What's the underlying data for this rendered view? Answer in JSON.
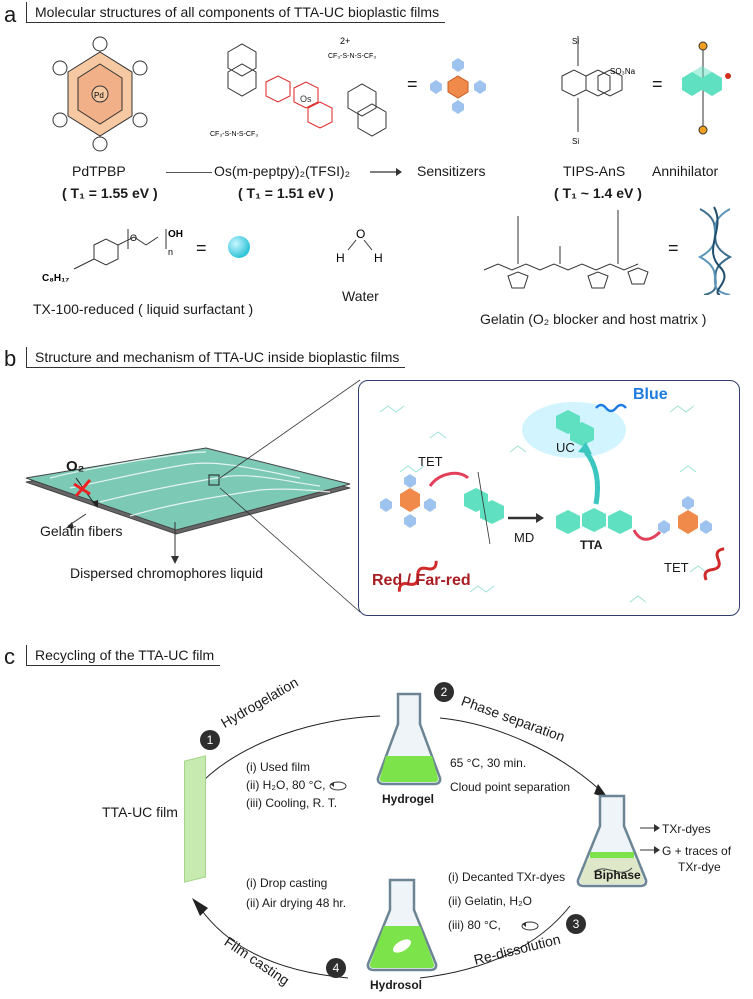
{
  "panel_a": {
    "letter": "a",
    "title": "Molecular structures of all components of TTA-UC bioplastic films",
    "pdtpbp": {
      "name": "PdTPBP",
      "t1": "( T₁ = 1.55 eV )"
    },
    "os_complex": {
      "name": "Os(m-peptpy)₂(TFSI)₂",
      "t1": "( T₁ = 1.51 eV )",
      "charge": "2+",
      "tfsi": "CF₃-S-N-S-CF₃"
    },
    "sensitizers_label": "Sensitizers",
    "tips_ans": {
      "name": "TIPS-AnS",
      "t1": "( T₁ ~ 1.4 eV )",
      "group": "SO₃Na"
    },
    "annihilator_label": "Annihilator",
    "tx100": {
      "name": "TX-100-reduced ( liquid surfactant  )",
      "chain": "C₈H₁₇",
      "oh": "OH",
      "n": "n"
    },
    "water": {
      "name": "Water",
      "h": "H",
      "o": "O"
    },
    "gelatin": {
      "name": "Gelatin (O₂ blocker and host matrix )"
    },
    "equals": "="
  },
  "panel_b": {
    "letter": "b",
    "title": "Structure and mechanism of TTA-UC inside bioplastic films",
    "o2": "O₂",
    "gelatin_fibers": "Gelatin fibers",
    "dispersed": "Dispersed chromophores liquid",
    "tet_left": "TET",
    "tet_right": "TET",
    "md": "MD",
    "tta": "TTA",
    "uc": "UC",
    "blue": "Blue",
    "red": "Red / Far-red"
  },
  "panel_c": {
    "letter": "c",
    "title": "Recycling of the TTA-UC film",
    "film_label": "TTA-UC film",
    "steps": [
      {
        "num": "1",
        "name": "Hydrogelation"
      },
      {
        "num": "2",
        "name": "Phase separation"
      },
      {
        "num": "3",
        "name": "Re-dissolution"
      },
      {
        "num": "4",
        "name": "Film casting"
      }
    ],
    "step1_details": [
      "(i) Used film",
      "(ii) H₂O,  80 °C,",
      "(iii) Cooling, R. T."
    ],
    "step2_details": [
      "65 °C,   30 min.",
      "Cloud point separation"
    ],
    "step3_details": [
      "(i) Decanted TXr-dyes",
      "(ii) Gelatin, H₂O",
      "(iii) 80 °C,"
    ],
    "step4_details": [
      "(i)    Drop casting",
      "(ii)    Air drying 48 hr."
    ],
    "flasks": {
      "hydrogel": "Hydrogel",
      "biphase": "Biphase",
      "hydrosol": "Hydrosol"
    },
    "biphase_top": "TXr-dyes",
    "biphase_bottom_1": "G + traces of",
    "biphase_bottom_2": "TXr-dye"
  },
  "colors": {
    "sensitizer": "#f0a06a",
    "annihilator": "#5fe0c0",
    "blue_text": "#1e7be0",
    "red_text": "#a81c22",
    "gel_green": "#7de34a",
    "film_green": "#c6eab0"
  }
}
